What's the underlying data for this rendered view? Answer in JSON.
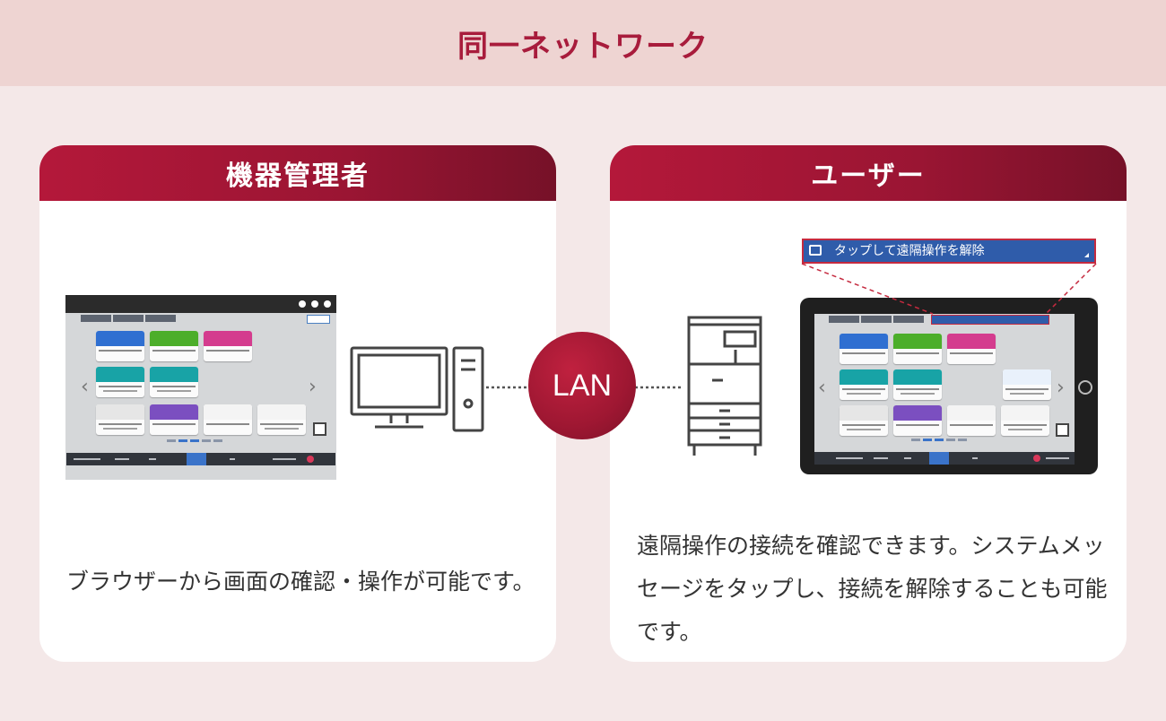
{
  "header": {
    "title": "同一ネットワーク"
  },
  "left_card": {
    "title": "機器管理者",
    "description": "ブラウザーから画面の確認・操作が可能です。"
  },
  "right_card": {
    "title": "ユーザー",
    "description": "遠隔操作の接続を確認できます。システムメッセージをタップし、接続を解除することも可能です。",
    "callout_text": "タップして遠隔操作を解除"
  },
  "connector": {
    "label": "LAN"
  },
  "colors": {
    "accent": "#a81c3c",
    "header_band": "#eed4d2",
    "page_bg": "#f4e8e8",
    "tile_blue": "#2f6fd1",
    "tile_green": "#4cae2a",
    "tile_pink": "#d43c8e",
    "tile_teal": "#18a3a6",
    "tile_purple": "#7b4fc0"
  },
  "icons": [
    "window-controls-icon",
    "desktop-pc-icon",
    "printer-icon",
    "remote-operation-icon"
  ]
}
